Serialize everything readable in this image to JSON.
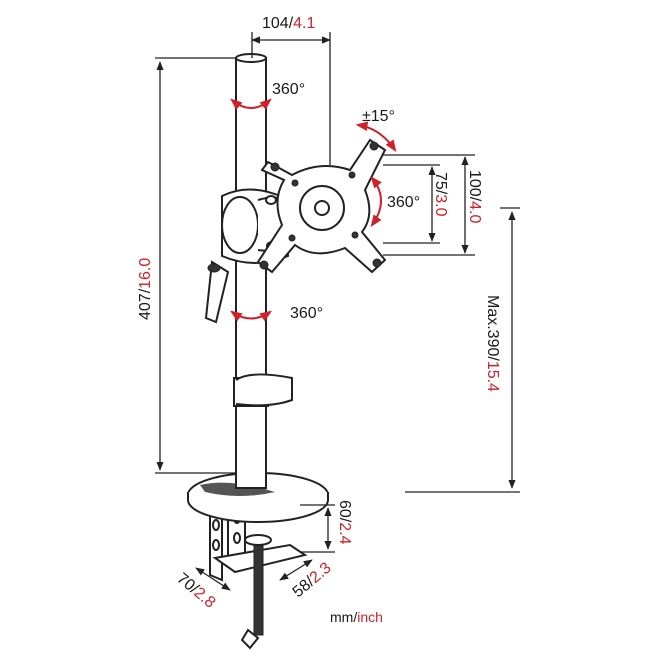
{
  "colors": {
    "metric": "#1a1a1a",
    "imperial": "#d0202a"
  },
  "dimensions": {
    "arm_offset": {
      "mm": "104/",
      "inch": "4.1"
    },
    "pole_height": {
      "mm": "407/",
      "inch": "16.0"
    },
    "vesa_small": {
      "mm": "75/",
      "inch": "3.0"
    },
    "vesa_large": {
      "mm": "100/",
      "inch": "4.0"
    },
    "max_height": {
      "mm": "Max.390/",
      "inch": "15.4"
    },
    "clamp_thickness": {
      "mm": "60/",
      "inch": "2.4"
    },
    "clamp_depth": {
      "mm": "70/",
      "inch": "2.8"
    },
    "clamp_width": {
      "mm": "58/",
      "inch": "2.3"
    }
  },
  "rotations": {
    "pole_top": "360°",
    "plate": "360°",
    "pole_lower": "360°",
    "tilt": "±15°"
  },
  "units": {
    "mm": "mm/",
    "inch": "inch"
  }
}
